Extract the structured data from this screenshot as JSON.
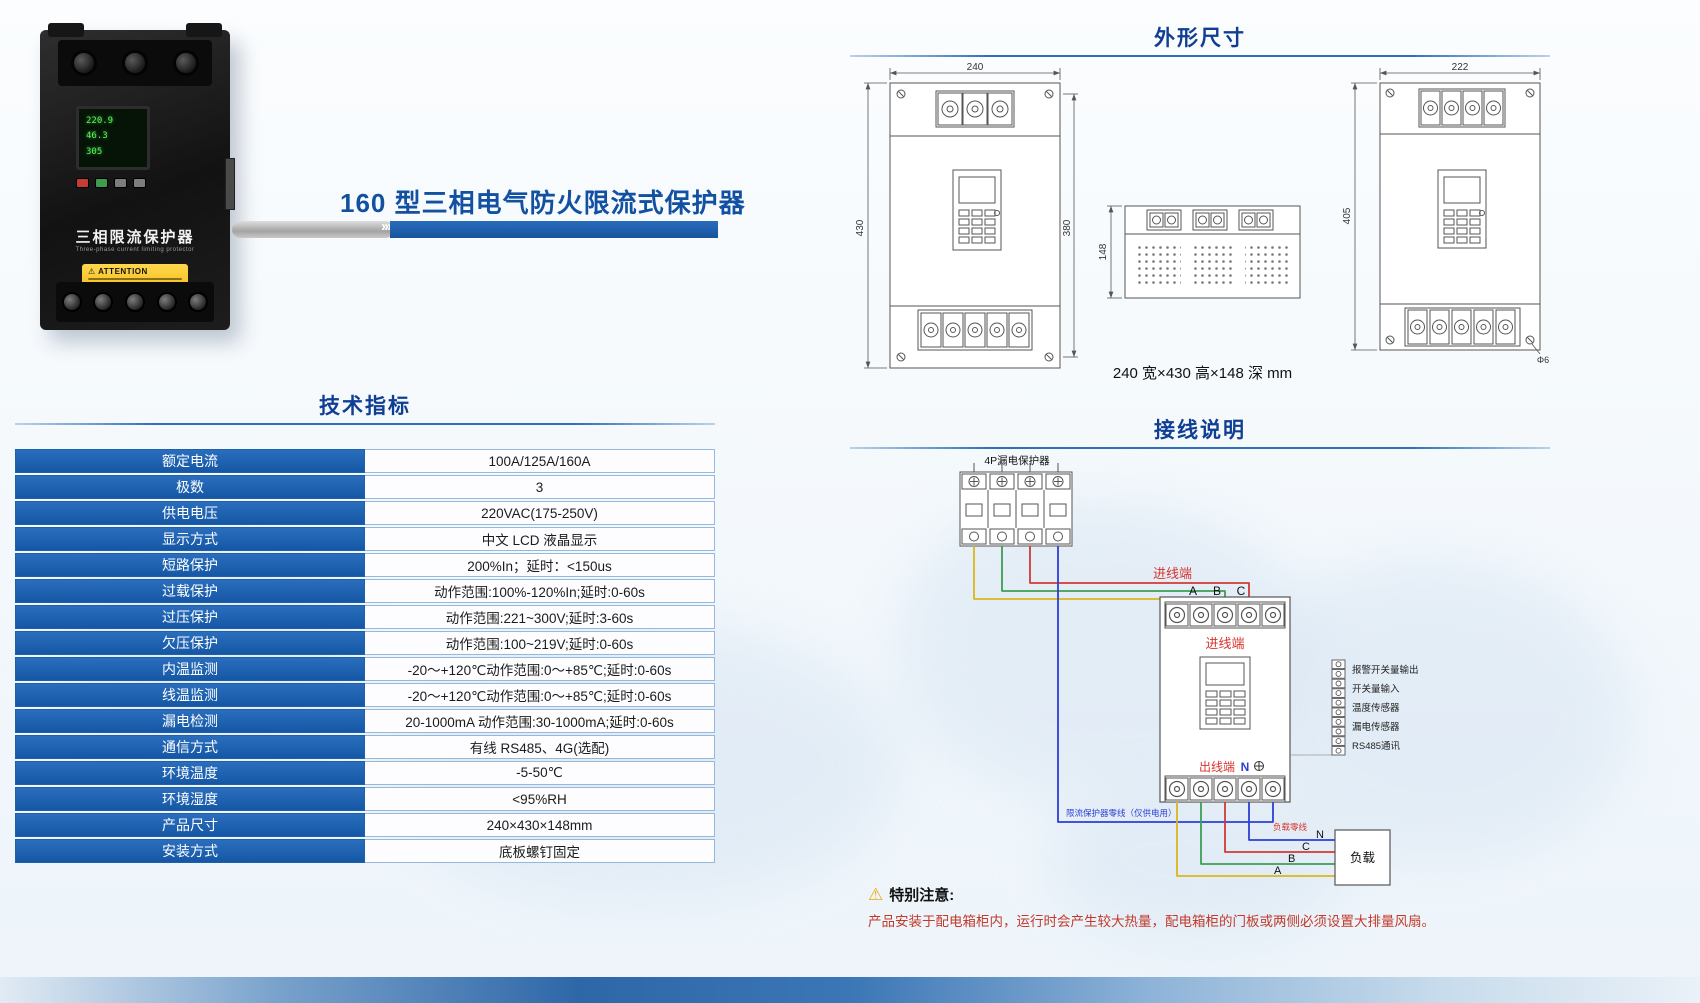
{
  "page": {
    "title": "160 型三相电气防火限流式保护器"
  },
  "device_photo": {
    "name_cn": "三相限流保护器",
    "name_en": "Three-phase current limiting protector",
    "attention_label": "ATTENTION",
    "lcd_lines": [
      "220.9",
      "46.3",
      "305"
    ]
  },
  "specs": {
    "heading": "技术指标",
    "rows": [
      {
        "label": "额定电流",
        "value": "100A/125A/160A"
      },
      {
        "label": "极数",
        "value": "3"
      },
      {
        "label": "供电电压",
        "value": "220VAC(175-250V)"
      },
      {
        "label": "显示方式",
        "value": "中文 LCD 液晶显示"
      },
      {
        "label": "短路保护",
        "value": "200%In；延时：<150us"
      },
      {
        "label": "过载保护",
        "value": "动作范围:100%-120%In;延时:0-60s"
      },
      {
        "label": "过压保护",
        "value": "动作范围:221~300V;延时:3-60s"
      },
      {
        "label": "欠压保护",
        "value": "动作范围:100~219V;延时:0-60s"
      },
      {
        "label": "内温监测",
        "value": "-20～+120℃动作范围:0～+85℃;延时:0-60s"
      },
      {
        "label": "线温监测",
        "value": "-20～+120℃动作范围:0～+85℃;延时:0-60s"
      },
      {
        "label": "漏电检测",
        "value": "20-1000mA 动作范围:30-1000mA;延时:0-60s"
      },
      {
        "label": "通信方式",
        "value": "有线 RS485、4G(选配)"
      },
      {
        "label": "环境温度",
        "value": "-5-50℃"
      },
      {
        "label": "环境湿度",
        "value": "<95%RH"
      },
      {
        "label": "产品尺寸",
        "value": "240×430×148mm"
      },
      {
        "label": "安装方式",
        "value": "底板螺钉固定"
      }
    ]
  },
  "dimensions": {
    "heading": "外形尺寸",
    "front_width": "240",
    "front_height": "430",
    "mount_height": "380",
    "depth": "148",
    "back_width": "222",
    "back_height": "405",
    "hole": "Φ6",
    "caption": "240 宽×430 高×148 深 mm"
  },
  "wiring": {
    "heading": "接线说明",
    "breaker_label": "4P漏电保护器",
    "incoming_top_label": "进线端",
    "incoming_device_label": "进线端",
    "outgoing_label": "出线端",
    "phase_a": "A",
    "phase_b": "B",
    "phase_c": "C",
    "neutral": "N",
    "terminal_labels": [
      "报警开关量输出",
      "开关量输入",
      "温度传感器",
      "漏电传感器",
      "RS485通讯"
    ],
    "supply_neutral_note": "限流保护器零线（仅供电用）",
    "load_neutral_note": "负载零线",
    "load_label": "负载",
    "notice_title": "特别注意:",
    "notice_text": "产品安装于配电箱柜内，运行时会产生较大热量，配电箱柜的门板或两侧必须设置大排量风扇。"
  }
}
